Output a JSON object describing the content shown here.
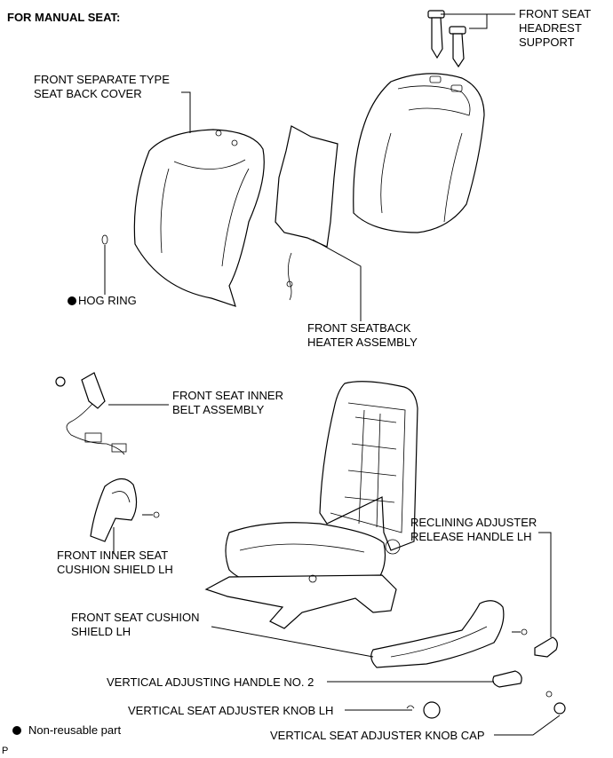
{
  "header": {
    "title": "FOR MANUAL SEAT:"
  },
  "labels": {
    "headrest_support": "FRONT SEAT\nHEADREST\nSUPPORT",
    "seat_back_cover": "FRONT SEPARATE TYPE\nSEAT BACK COVER",
    "hog_ring": "HOG RING",
    "heater_assembly": "FRONT SEATBACK\nHEATER ASSEMBLY",
    "inner_belt": "FRONT SEAT INNER\nBELT ASSEMBLY",
    "reclining_handle": "RECLINING ADJUSTER\nRELEASE HANDLE LH",
    "inner_cushion_shield": "FRONT INNER SEAT\nCUSHION SHIELD LH",
    "cushion_shield": "FRONT SEAT CUSHION\nSHIELD LH",
    "vertical_handle": "VERTICAL ADJUSTING HANDLE NO. 2",
    "knob": "VERTICAL SEAT ADJUSTER KNOB LH",
    "knob_cap": "VERTICAL SEAT ADJUSTER KNOB CAP"
  },
  "legend": {
    "non_reusable": "Non-reusable part"
  },
  "footer": {
    "code": "P"
  }
}
